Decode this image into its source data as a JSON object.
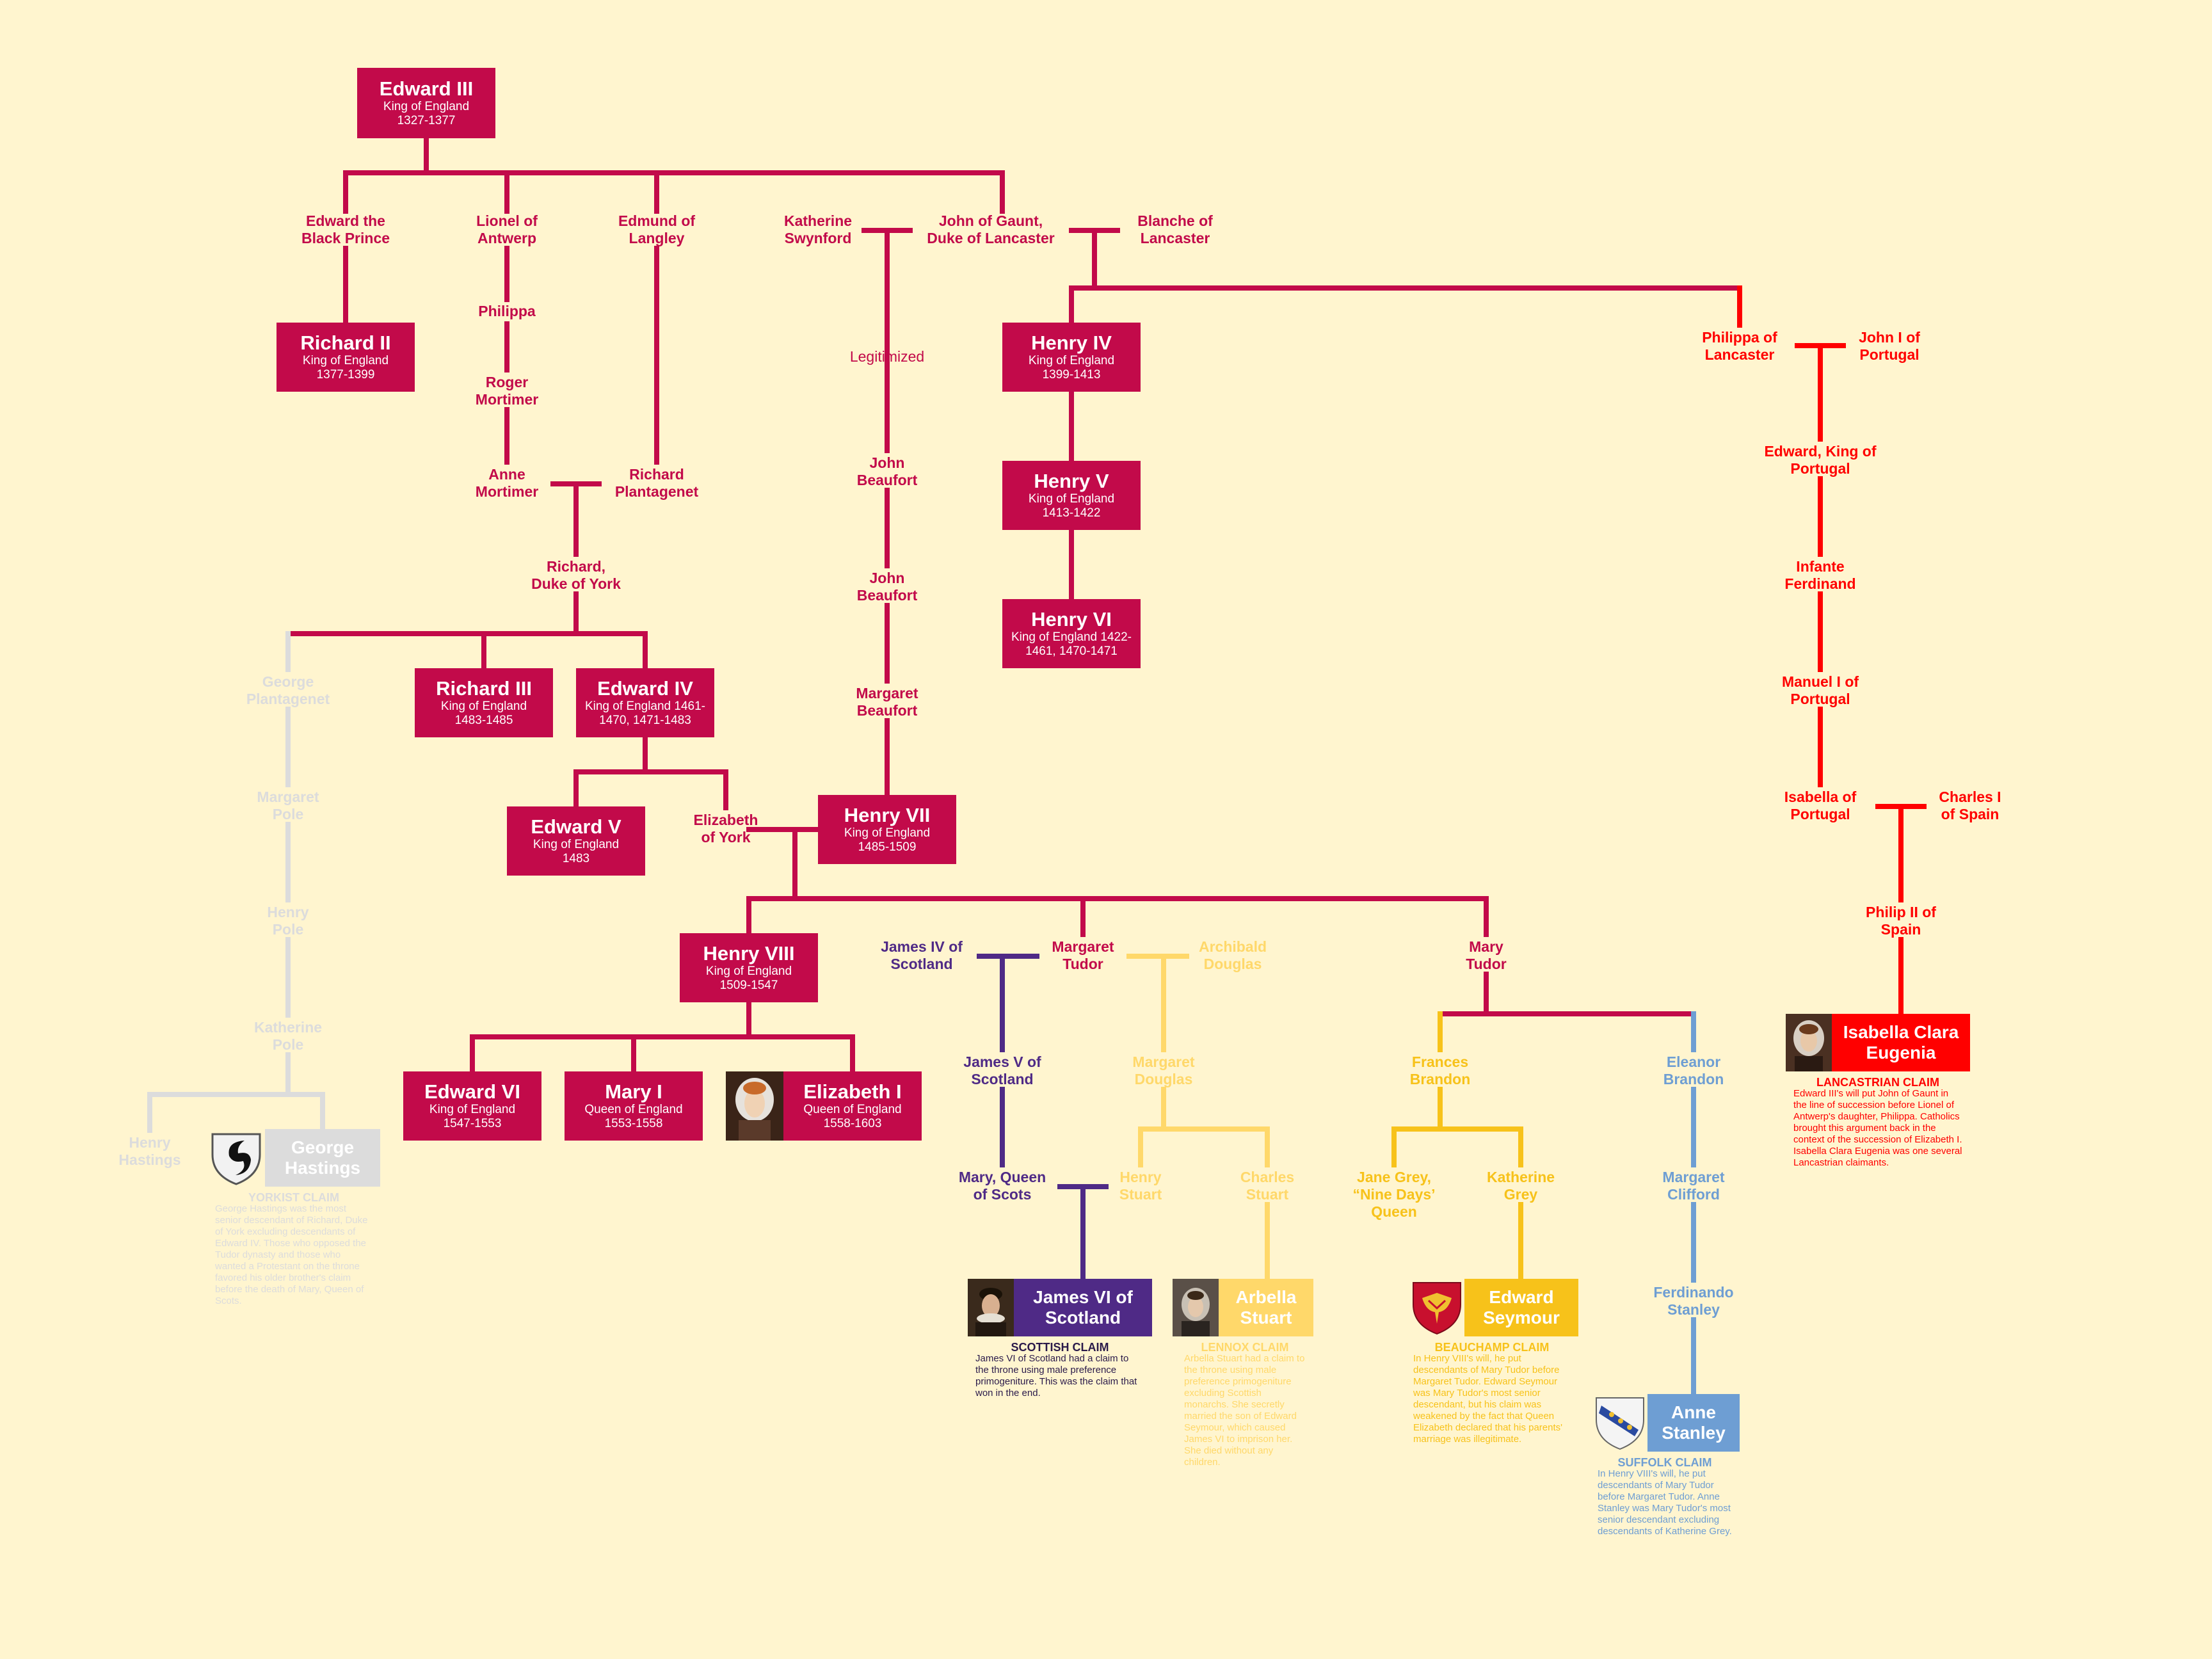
{
  "colors": {
    "crimson": "#c20a4a",
    "red": "#ff0000",
    "purple": "#4f2a86",
    "yellow": "#f7c21a",
    "light_yellow": "#ffd86a",
    "blue": "#6e9ed3",
    "grey": "#dcdcdc",
    "background": "#fff5cf"
  },
  "monarchs": {
    "edward3": {
      "name": "Edward III",
      "title": "King of England",
      "dates": "1327-1377"
    },
    "richard2": {
      "name": "Richard II",
      "title": "King of England",
      "dates": "1377-1399"
    },
    "henry4": {
      "name": "Henry IV",
      "title": "King of England",
      "dates": "1399-1413"
    },
    "henry5": {
      "name": "Henry V",
      "title": "King of England",
      "dates": "1413-1422"
    },
    "henry6": {
      "name": "Henry VI",
      "title": "King of England 1422-1461, 1470-1471"
    },
    "richard3": {
      "name": "Richard III",
      "title": "King of England",
      "dates": "1483-1485"
    },
    "edward4": {
      "name": "Edward IV",
      "title": "King of England 1461-1470, 1471-1483"
    },
    "edward5": {
      "name": "Edward V",
      "title": "King of England",
      "dates": "1483"
    },
    "henry7": {
      "name": "Henry VII",
      "title": "King of England",
      "dates": "1485-1509"
    },
    "henry8": {
      "name": "Henry VIII",
      "title": "King of England",
      "dates": "1509-1547"
    },
    "edward6": {
      "name": "Edward VI",
      "title": "King of England",
      "dates": "1547-1553"
    },
    "mary1": {
      "name": "Mary I",
      "title": "Queen of England",
      "dates": "1553-1558"
    },
    "elizabeth1": {
      "name": "Elizabeth I",
      "title": "Queen of England",
      "dates": "1558-1603"
    }
  },
  "people": {
    "black_prince": "Edward the\nBlack Prince",
    "lionel": "Lionel of\nAntwerp",
    "edmund": "Edmund of\nLangley",
    "katherine_swynford": "Katherine\nSwynford",
    "john_of_gaunt": "John of Gaunt,\nDuke of Lancaster",
    "blanche": "Blanche of\nLancaster",
    "philippa": "Philippa",
    "roger_mortimer": "Roger\nMortimer",
    "anne_mortimer": "Anne\nMortimer",
    "richard_plantagenet": "Richard\nPlantagenet",
    "richard_york": "Richard,\nDuke of York",
    "legitimized": "Legitimized",
    "john_beaufort_1": "John\nBeaufort",
    "john_beaufort_2": "John\nBeaufort",
    "margaret_beaufort": "Margaret\nBeaufort",
    "george_plantagenet": "George\nPlantagenet",
    "margaret_pole": "Margaret\nPole",
    "henry_pole": "Henry\nPole",
    "katherine_pole": "Katherine\nPole",
    "henry_hastings": "Henry\nHastings",
    "elizabeth_york": "Elizabeth\nof York",
    "philippa_lancaster": "Philippa of\nLancaster",
    "john1_portugal": "John I of\nPortugal",
    "edward_portugal": "Edward, King of\nPortugal",
    "infante_ferdinand": "Infante\nFerdinand",
    "manuel1": "Manuel I of\nPortugal",
    "isabella_portugal": "Isabella of\nPortugal",
    "charles1": "Charles I\nof Spain",
    "philip2": "Philip II of\nSpain",
    "james4": "James IV of\nScotland",
    "margaret_tudor": "Margaret\nTudor",
    "archibald": "Archibald\nDouglas",
    "mary_tudor": "Mary\nTudor",
    "james5": "James V of\nScotland",
    "margaret_douglas": "Margaret\nDouglas",
    "mary_scots": "Mary, Queen\nof Scots",
    "henry_stuart": "Henry\nStuart",
    "charles_stuart": "Charles\nStuart",
    "frances_brandon": "Frances\nBrandon",
    "eleanor_brandon": "Eleanor\nBrandon",
    "jane_grey": "Jane Grey,\n“Nine Days’\nQueen",
    "katherine_grey": "Katherine\nGrey",
    "margaret_clifford": "Margaret\nClifford",
    "ferdinando_stanley": "Ferdinando\nStanley"
  },
  "claimants": {
    "george_hastings": {
      "name": "George\nHastings",
      "claim_title": "YORKIST CLAIM",
      "claim_text": "George Hastings was the most senior descendant of Richard, Duke of York excluding descendants of Edward IV. Those who opposed the Tudor dynasty and those who wanted a Protestant on the throne favored his older brother's claim before the death of Mary, Queen of Scots."
    },
    "isabella_clara": {
      "name": "Isabella Clara\nEugenia",
      "claim_title": "LANCASTRIAN CLAIM",
      "claim_text": "Edward III's will put John of Gaunt in the line of succession before Lionel of Antwerp's daughter, Philippa. Catholics brought this argument back in the context of the succession of Elizabeth I. Isabella Clara Eugenia was one several Lancastrian claimants."
    },
    "james6": {
      "name": "James VI of\nScotland",
      "claim_title": "SCOTTISH CLAIM",
      "claim_text": "James VI of Scotland had a claim to the throne using male preference primogeniture. This was the claim that won in the end."
    },
    "arbella": {
      "name": "Arbella\nStuart",
      "claim_title": "LENNOX CLAIM",
      "claim_text": "Arbella Stuart had a claim to the throne using male preference primogeniture excluding Scottish monarchs. She secretly married the son of Edward Seymour, which caused James VI to imprison her. She died without any children."
    },
    "edward_seymour": {
      "name": "Edward\nSeymour",
      "claim_title": "BEAUCHAMP CLAIM",
      "claim_text": "In Henry VIII's will, he put descendants of Mary Tudor before Margaret Tudor. Edward Seymour was Mary Tudor's most senior descendant, but his claim was weakened by the fact that Queen Elizabeth declared that his parents' marriage was illegitimate."
    },
    "anne_stanley": {
      "name": "Anne\nStanley",
      "claim_title": "SUFFOLK CLAIM",
      "claim_text": "In Henry VIII's will, he put descendants of Mary Tudor before Margaret Tudor. Anne Stanley was Mary Tudor's most senior descendant excluding descendants of Katherine Grey."
    }
  }
}
